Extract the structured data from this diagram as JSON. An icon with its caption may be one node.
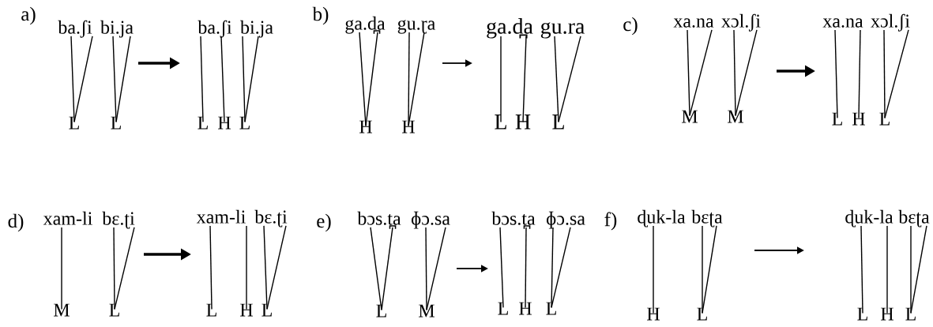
{
  "diagram": {
    "nodes": [
      {
        "text": [
          "ba.ʃi"
        ]
      },
      {
        "text": [
          "bi.ja"
        ]
      },
      {
        "text": [
          "L"
        ]
      },
      {
        "text": [
          "L"
        ]
      },
      {
        "text": [
          "ba.ʃi"
        ]
      },
      {
        "text": [
          "bi.ja"
        ]
      },
      {
        "text": [
          "L"
        ]
      },
      {
        "text": [
          "H"
        ]
      },
      {
        "text": [
          "L"
        ]
      },
      {
        "text": [
          "ga.d̪a"
        ]
      },
      {
        "text": [
          "gu.ɽa"
        ]
      },
      {
        "text": [
          "H"
        ]
      },
      {
        "text": [
          "H"
        ]
      },
      {
        "text": [
          "ga.d̪a"
        ]
      },
      {
        "text": [
          "gu.ra"
        ]
      },
      {
        "text": [
          "L"
        ]
      },
      {
        "text": [
          "H"
        ]
      },
      {
        "text": [
          "L"
        ]
      },
      {
        "text": [
          "xa.na"
        ]
      },
      {
        "text": [
          "xɔl.ʃi"
        ]
      },
      {
        "text": [
          "M"
        ]
      },
      {
        "text": [
          "M"
        ]
      },
      {
        "text": [
          "xa.na"
        ]
      },
      {
        "text": [
          "xɔl.ʃi"
        ]
      },
      {
        "text": [
          "L"
        ]
      },
      {
        "text": [
          "H"
        ]
      },
      {
        "text": [
          "L"
        ]
      },
      {
        "text": [
          "xam-li"
        ]
      },
      {
        "text": [
          "bɛ.ʈi"
        ]
      },
      {
        "text": [
          "M"
        ]
      },
      {
        "text": [
          "L"
        ]
      },
      {
        "text": [
          "xam-li"
        ]
      },
      {
        "text": [
          "bɛ.ʈi"
        ]
      },
      {
        "text": [
          "L"
        ]
      },
      {
        "text": [
          "H"
        ]
      },
      {
        "text": [
          "L"
        ]
      },
      {
        "text": [
          "bɔs.t̪a"
        ]
      },
      {
        "text": [
          "ɸɔ.sa"
        ]
      },
      {
        "text": [
          "L"
        ]
      },
      {
        "text": [
          "M"
        ]
      },
      {
        "text": [
          "bɔs.t̪a"
        ]
      },
      {
        "text": [
          "ɸɔ.sa"
        ]
      },
      {
        "text": [
          "L"
        ]
      },
      {
        "text": [
          "H"
        ]
      },
      {
        "text": [
          "L"
        ]
      },
      {
        "text": [
          "ɖuk-la"
        ]
      },
      {
        "text": [
          "bɛʈa"
        ]
      },
      {
        "text": [
          "H"
        ]
      },
      {
        "text": [
          "L"
        ]
      },
      {
        "text": [
          "ɖuk-la"
        ]
      },
      {
        "text": [
          "bɛʈa"
        ]
      },
      {
        "text": [
          "L"
        ]
      },
      {
        "text": [
          "H"
        ]
      },
      {
        "text": [
          "L"
        ]
      }
    ],
    "edges": [
      {
        "from": 0,
        "to": 2,
        "arrow": "none"
      },
      {
        "from": 0,
        "to": 2,
        "arrow": "none"
      },
      {
        "from": 1,
        "to": 3,
        "arrow": "none"
      },
      {
        "from": 1,
        "to": 3,
        "arrow": "none"
      },
      {
        "from": 4,
        "to": 6,
        "arrow": "none"
      },
      {
        "from": 4,
        "to": 7,
        "arrow": "none"
      },
      {
        "from": 5,
        "to": 8,
        "arrow": "none"
      },
      {
        "from": 5,
        "to": 8,
        "arrow": "none"
      },
      {
        "from": 9,
        "to": 11,
        "arrow": "none"
      },
      {
        "from": 9,
        "to": 11,
        "arrow": "none"
      },
      {
        "from": 10,
        "to": 12,
        "arrow": "none"
      },
      {
        "from": 10,
        "to": 12,
        "arrow": "none"
      },
      {
        "from": 13,
        "to": 15,
        "arrow": "none"
      },
      {
        "from": 13,
        "to": 16,
        "arrow": "none"
      },
      {
        "from": 14,
        "to": 17,
        "arrow": "none"
      },
      {
        "from": 14,
        "to": 17,
        "arrow": "none"
      },
      {
        "from": 18,
        "to": 20,
        "arrow": "none"
      },
      {
        "from": 18,
        "to": 20,
        "arrow": "none"
      },
      {
        "from": 19,
        "to": 21,
        "arrow": "none"
      },
      {
        "from": 19,
        "to": 21,
        "arrow": "none"
      },
      {
        "from": 22,
        "to": 24,
        "arrow": "none"
      },
      {
        "from": 22,
        "to": 25,
        "arrow": "none"
      },
      {
        "from": 23,
        "to": 26,
        "arrow": "none"
      },
      {
        "from": 23,
        "to": 26,
        "arrow": "none"
      },
      {
        "from": 27,
        "to": 29,
        "arrow": "none"
      },
      {
        "from": 28,
        "to": 30,
        "arrow": "none"
      },
      {
        "from": 28,
        "to": 30,
        "arrow": "none"
      },
      {
        "from": 31,
        "to": 33,
        "arrow": "none"
      },
      {
        "from": 31,
        "to": 34,
        "arrow": "none"
      },
      {
        "from": 32,
        "to": 35,
        "arrow": "none"
      },
      {
        "from": 32,
        "to": 35,
        "arrow": "none"
      },
      {
        "from": 36,
        "to": 38,
        "arrow": "none"
      },
      {
        "from": 36,
        "to": 38,
        "arrow": "none"
      },
      {
        "from": 37,
        "to": 39,
        "arrow": "none"
      },
      {
        "from": 37,
        "to": 39,
        "arrow": "none"
      },
      {
        "from": 40,
        "to": 42,
        "arrow": "none"
      },
      {
        "from": 40,
        "to": 43,
        "arrow": "none"
      },
      {
        "from": 41,
        "to": 44,
        "arrow": "none"
      },
      {
        "from": 41,
        "to": 44,
        "arrow": "none"
      },
      {
        "from": 45,
        "to": 47,
        "arrow": "none"
      },
      {
        "from": 46,
        "to": 48,
        "arrow": "none"
      },
      {
        "from": 46,
        "to": 48,
        "arrow": "none"
      },
      {
        "from": 49,
        "to": 51,
        "arrow": "none"
      },
      {
        "from": 49,
        "to": 52,
        "arrow": "none"
      },
      {
        "from": 50,
        "to": 53,
        "arrow": "none"
      },
      {
        "from": 50,
        "to": 53,
        "arrow": "none"
      }
    ],
    "labels": [
      "a)",
      "b)",
      "c)",
      "d)",
      "e)",
      "f)"
    ]
  }
}
